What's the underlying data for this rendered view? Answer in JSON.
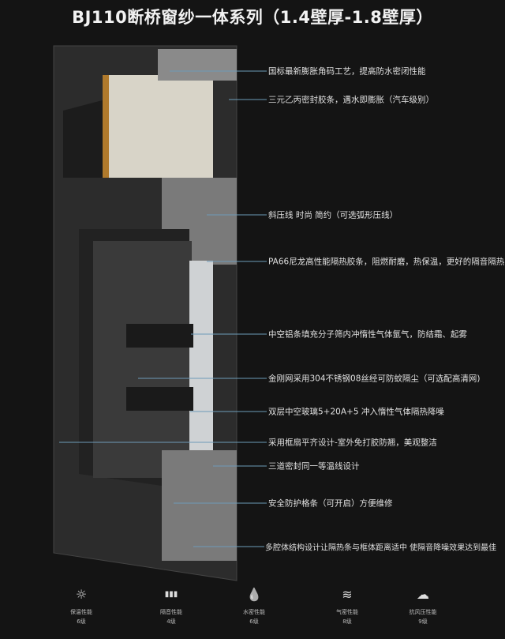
{
  "title": "BJ110断桥窗纱一体系列（1.4壁厚-1.8壁厚）",
  "annotations": [
    "国标最新膨胀角码工艺，提高防水密闭性能",
    "三元乙丙密封胶条，遇水即膨胀（汽车级别）",
    "斜压线 时尚 简约（可选弧形压线）",
    "PA66尼龙高性能隔热胶条，阻燃耐磨，热保温，更好的隔音隔热",
    "中空铝条填充分子筛内冲惰性气体氩气，防结霜、起雾",
    "金刚网采用304不锈钢08丝经可防蚊隔尘（可选配高清网)",
    "双层中空玻璃5+20A+5 冲入惰性气体隔热降噪",
    "采用框扇平齐设计-室外免打胶防翘，美观整洁",
    "三道密封同一等温线设计",
    "安全防护格条（可开启）方便维修",
    "多腔体结构设计让隔热条与框体距离适中 使隔音降噪效果达到最佳"
  ],
  "features": [
    {
      "icon": "sun-icon",
      "glyph": "☼",
      "name": "保温性能",
      "level": "6级"
    },
    {
      "icon": "sound-wave-icon",
      "glyph": "▮▮▮",
      "name": "隔音性能",
      "level": "4级"
    },
    {
      "icon": "water-drop-icon",
      "glyph": "💧",
      "name": "水密性能",
      "level": "6级"
    },
    {
      "icon": "wind-icon",
      "glyph": "≋",
      "name": "气密性能",
      "level": "8级"
    },
    {
      "icon": "cloud-wind-icon",
      "glyph": "☁",
      "name": "抗风压性能",
      "level": "9级"
    }
  ],
  "colors": {
    "background": "#141414",
    "frame": "#2b2b2b",
    "leader_line": "#6d9bb8",
    "wood_trim": "#b07a2c"
  }
}
